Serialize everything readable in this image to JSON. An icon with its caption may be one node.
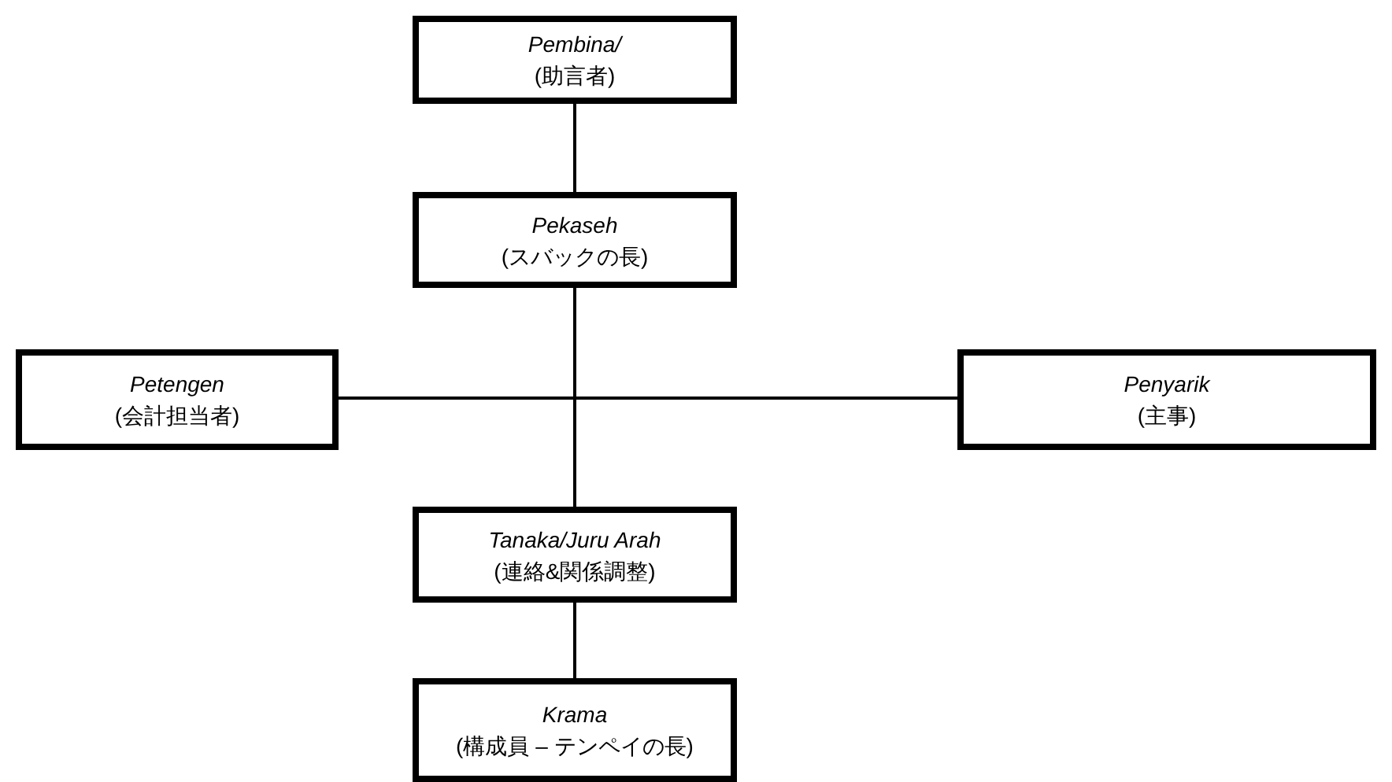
{
  "diagram": {
    "nodes": [
      {
        "text": [
          "Pembina/",
          "(助言者)"
        ]
      },
      {
        "text": [
          "Pekaseh",
          "(スバックの長)"
        ]
      },
      {
        "text": [
          "Petengen",
          "(会計担当者)"
        ]
      },
      {
        "text": [
          "Penyarik",
          "(主事)"
        ]
      },
      {
        "text": [
          "Tanaka/Juru Arah",
          "(連絡&関係調整)"
        ]
      },
      {
        "text": [
          "Krama",
          "(構成員 – テンペイの長)"
        ]
      }
    ],
    "edges": [
      {
        "from": 0,
        "to": 1,
        "arrow": "none"
      },
      {
        "from": 1,
        "to": 2,
        "arrow": "none"
      },
      {
        "from": 1,
        "to": 3,
        "arrow": "none"
      },
      {
        "from": 1,
        "to": 4,
        "arrow": "none"
      },
      {
        "from": 4,
        "to": 5,
        "arrow": "none"
      }
    ]
  }
}
